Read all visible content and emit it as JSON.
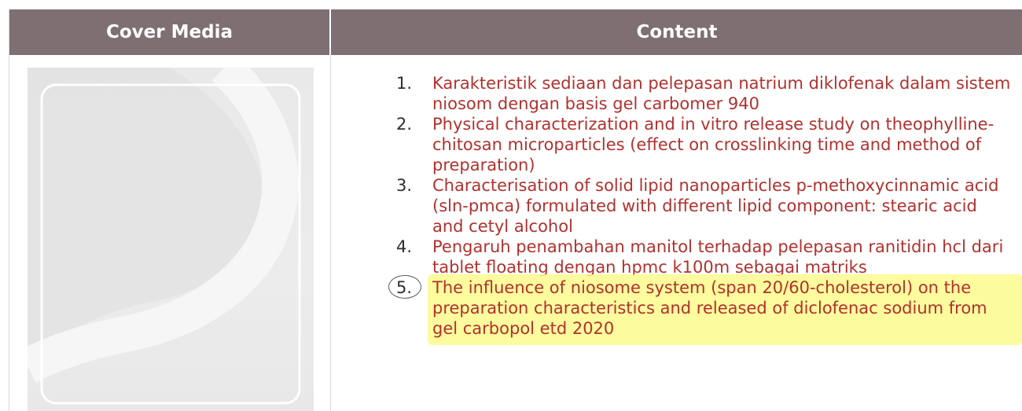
{
  "table": {
    "headers": {
      "cover": "Cover Media",
      "content": "Content"
    },
    "colors": {
      "header_bg": "#7e6f72",
      "header_text": "#ffffff",
      "item_text": "#b0322f",
      "number_text": "#2e2e2e",
      "highlight": "#fcfa8c"
    },
    "items": [
      {
        "number": "1.",
        "text": "Karakteristik sediaan dan pelepasan natrium diklofenak dalam sistem niosom dengan basis gel carbomer 940"
      },
      {
        "number": "2.",
        "text": "Physical characterization and in vitro release study on theophylline-chitosan microparticles (effect on crosslinking time and method of preparation)"
      },
      {
        "number": "3.",
        "text": "Characterisation of solid lipid nanoparticles p-methoxycinnamic acid (sln-pmca) formulated with different lipid component: stearic acid and cetyl alcohol"
      },
      {
        "number": "4.",
        "text": "Pengaruh penambahan manitol terhadap pelepasan ranitidin hcl dari tablet floating dengan hpmc k100m sebagai matriks"
      },
      {
        "number": "5.",
        "text": "The influence of niosome system (span 20/60-cholesterol) on the preparation characteristics and released of diclofenac sodium from gel carbopol etd 2020"
      }
    ]
  }
}
